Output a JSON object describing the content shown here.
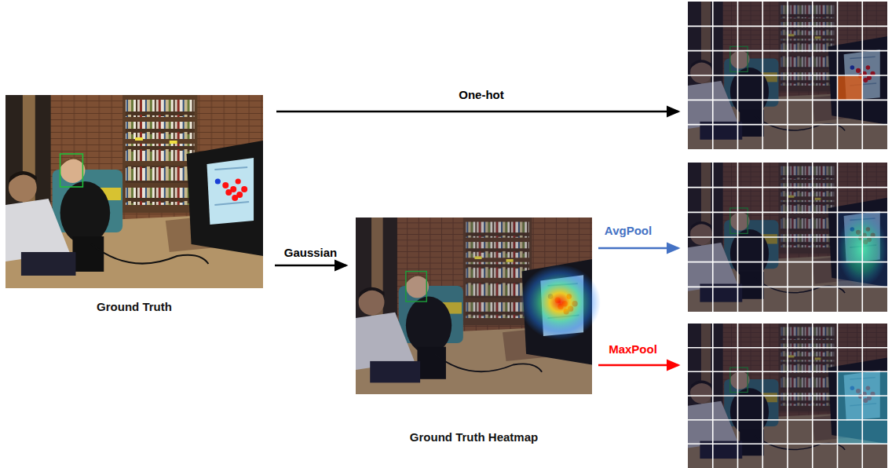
{
  "diagram": {
    "nodes": [
      {
        "text": [
          "Ground Truth"
        ]
      },
      {
        "text": [
          "Ground Truth Heatmap"
        ]
      }
    ],
    "edges": [
      {
        "from": 0,
        "to": 1,
        "arrow": "to",
        "label": "Gaussian"
      }
    ],
    "labels": [
      "One-hot",
      "AvgPool",
      "MaxPool"
    ]
  }
}
